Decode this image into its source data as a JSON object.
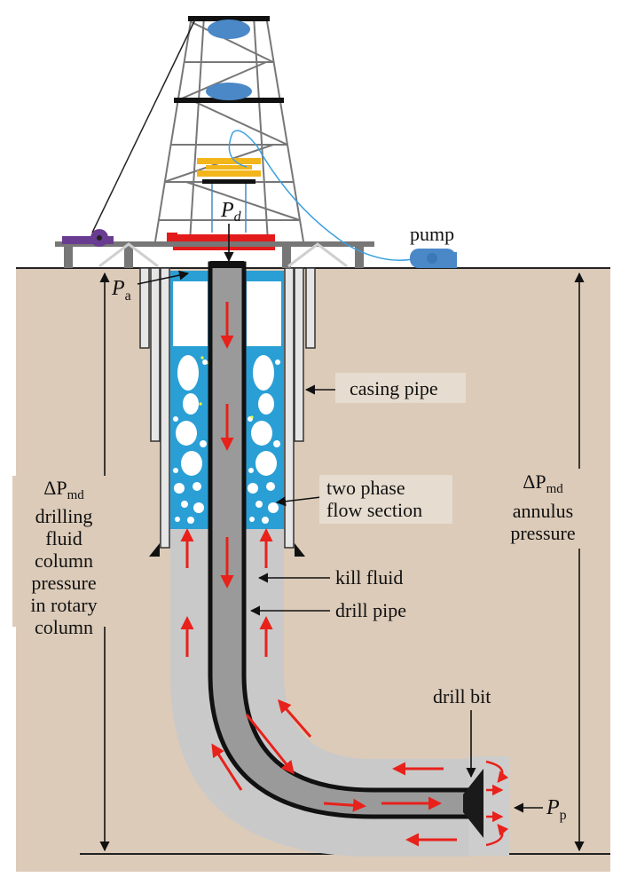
{
  "labels": {
    "pump": "pump",
    "pd_sym": "P",
    "pd_sub": "d",
    "pa_sym": "P",
    "pa_sub": "a",
    "pp_sym": "P",
    "pp_sub": "p",
    "casing_pipe": "casing pipe",
    "two_phase_line1": "two phase",
    "two_phase_line2": "flow section",
    "kill_fluid": "kill fluid",
    "drill_pipe": "drill pipe",
    "drill_bit": "drill bit",
    "left_delta": "ΔP",
    "left_delta_sub": "md",
    "left_line1": "drilling",
    "left_line2": "fluid",
    "left_line3": "column",
    "left_line4": "pressure",
    "left_line5": "in rotary",
    "left_line6": "column",
    "right_delta": "ΔP",
    "right_delta_sub": "md",
    "right_line1": "annulus",
    "right_line2": "pressure"
  },
  "colors": {
    "ground": "#dccbb9",
    "fluid": "#c9c9c9",
    "water": "#2a9fd6",
    "pipe": "#111111",
    "arrow": "#e8211b",
    "pump": "#4a88c8",
    "rig_red": "#e31b1b",
    "rig_yellow": "#f2b51a",
    "winch": "#6a3c91"
  }
}
